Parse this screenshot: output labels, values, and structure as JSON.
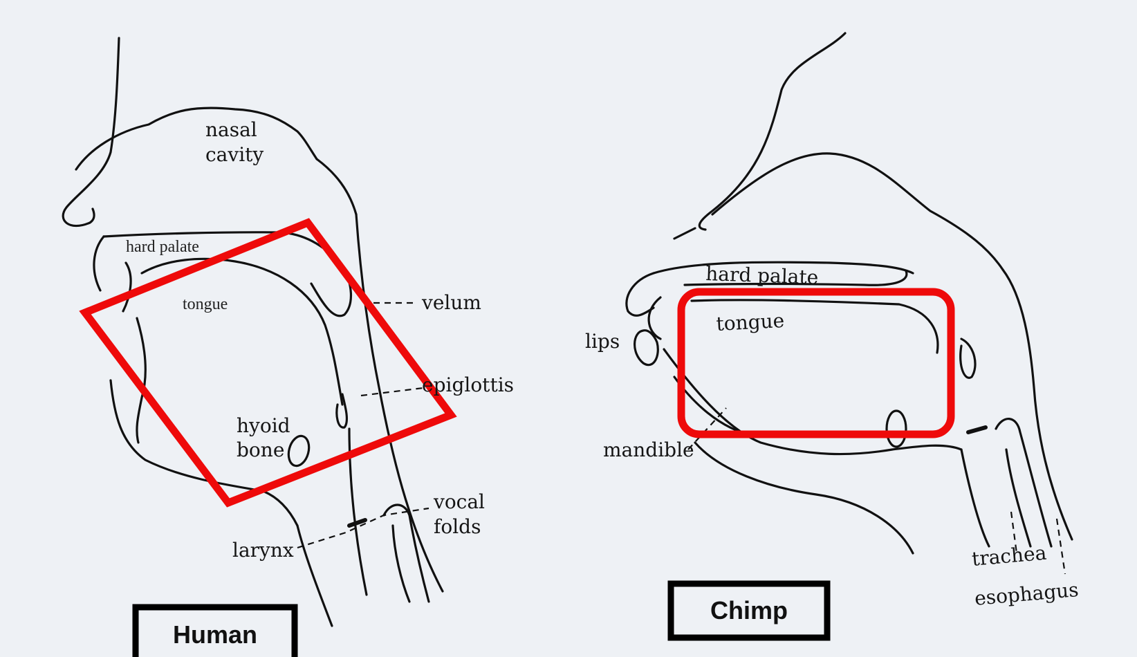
{
  "human": {
    "caption": "Human",
    "labels": {
      "nasal_line1": "nasal",
      "nasal_line2": "cavity",
      "hard_palate": "hard palate",
      "tongue": "tongue",
      "velum": "velum",
      "epiglottis": "epiglottis",
      "hyoid_line1": "hyoid",
      "hyoid_line2": "bone",
      "vocal_line1": "vocal",
      "vocal_line2": "folds",
      "larynx": "larynx"
    }
  },
  "chimp": {
    "caption": "Chimp",
    "labels": {
      "hard_palate": "hard palate",
      "tongue": "tongue",
      "lips": "lips",
      "mandible": "mandible",
      "trachea": "trachea",
      "esophagus": "esophagus"
    }
  },
  "colors": {
    "highlight": "#ee0a0a",
    "ink": "#111111",
    "background": "#eef1f5"
  }
}
